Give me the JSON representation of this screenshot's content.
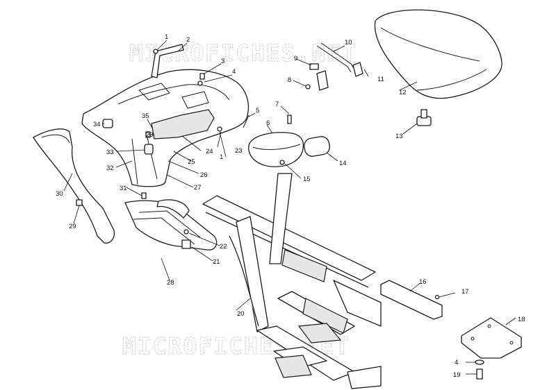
{
  "watermark": {
    "top_text": "MICROFICHES.NET",
    "bottom_text": "MICROFICHES.NET"
  },
  "callouts": {
    "c1a": "1",
    "c1b": "1",
    "c2": "2",
    "c3": "3",
    "c4a": "4",
    "c4b": "4",
    "c5": "5",
    "c6": "6",
    "c7": "7",
    "c8": "8",
    "c9": "9",
    "c10": "10",
    "c11": "11",
    "c12": "12",
    "c13": "13",
    "c14": "14",
    "c15": "15",
    "c16": "16",
    "c17": "17",
    "c18": "18",
    "c19": "19",
    "c20": "20",
    "c21": "21",
    "c22": "22",
    "c23a": "23",
    "c23b": "23",
    "c24": "24",
    "c25": "25",
    "c26": "26",
    "c27": "27",
    "c28": "28",
    "c29": "29",
    "c30": "30",
    "c31": "31",
    "c32": "32",
    "c33": "33",
    "c34": "34",
    "c35": "35"
  }
}
